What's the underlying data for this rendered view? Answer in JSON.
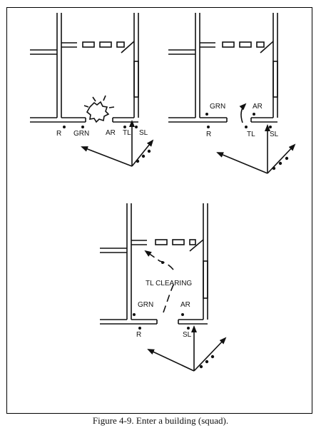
{
  "caption": "Figure 4-9. Enter a building (squad).",
  "panels": [
    {
      "id": "top-left",
      "labels": {
        "r": "R",
        "grn": "GRN",
        "ar": "AR",
        "tl": "TL",
        "sl": "SL"
      }
    },
    {
      "id": "top-right",
      "labels": {
        "grn": "GRN",
        "r": "R",
        "ar": "AR",
        "tl": "TL",
        "sl": "SL"
      }
    },
    {
      "id": "bottom",
      "labels": {
        "tl_clearing": "TL CLEARING",
        "grn": "GRN",
        "ar": "AR",
        "r": "R",
        "sl": "SL"
      }
    }
  ]
}
